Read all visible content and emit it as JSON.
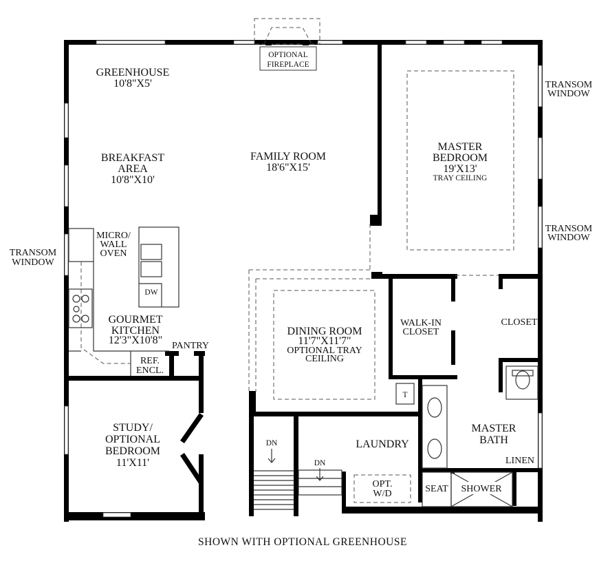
{
  "rooms": {
    "greenhouse": {
      "name": "GREENHOUSE",
      "size": "10'8\"X5'"
    },
    "breakfast": {
      "name_line1": "BREAKFAST",
      "name_line2": "AREA",
      "size": "10'8\"X10'"
    },
    "family": {
      "name": "FAMILY ROOM",
      "size": "18'6\"X15'"
    },
    "master_bedroom": {
      "name_line1": "MASTER",
      "name_line2": "BEDROOM",
      "size": "19'X13'",
      "note": "TRAY CEILING"
    },
    "micro": {
      "line1": "MICRO/",
      "line2": "WALL",
      "line3": "OVEN"
    },
    "dw": "DW",
    "kitchen": {
      "name_line1": "GOURMET",
      "name_line2": "KITCHEN",
      "size": "12'3\"X10'8\""
    },
    "pantry": "PANTRY",
    "ref": {
      "line1": "REF.",
      "line2": "ENCL."
    },
    "dining": {
      "name": "DINING ROOM",
      "size": "11'7\"X11'7\"",
      "note_line1": "OPTIONAL TRAY",
      "note_line2": "CEILING"
    },
    "walkin": {
      "line1": "WALK-IN",
      "line2": "CLOSET"
    },
    "closet": "CLOSET",
    "study": {
      "line1": "STUDY/",
      "line2": "OPTIONAL",
      "line3": "BEDROOM",
      "size": "11'X11'"
    },
    "laundry": "LAUNDRY",
    "wd": {
      "line1": "OPT.",
      "line2": "W/D"
    },
    "t": "T",
    "master_bath": {
      "line1": "MASTER",
      "line2": "BATH"
    },
    "linen": "LINEN",
    "seat": "SEAT",
    "shower": "SHOWER"
  },
  "labels": {
    "fireplace_line1": "OPTIONAL",
    "fireplace_line2": "FIREPLACE",
    "transom_left_line1": "TRANSOM",
    "transom_left_line2": "WINDOW",
    "transom_right_top_line1": "TRANSOM",
    "transom_right_top_line2": "WINDOW",
    "transom_right_mid_line1": "TRANSOM",
    "transom_right_mid_line2": "WINDOW",
    "dn_stairs": "DN",
    "dn_laundry": "DN"
  },
  "caption": "SHOWN WITH OPTIONAL GREENHOUSE"
}
